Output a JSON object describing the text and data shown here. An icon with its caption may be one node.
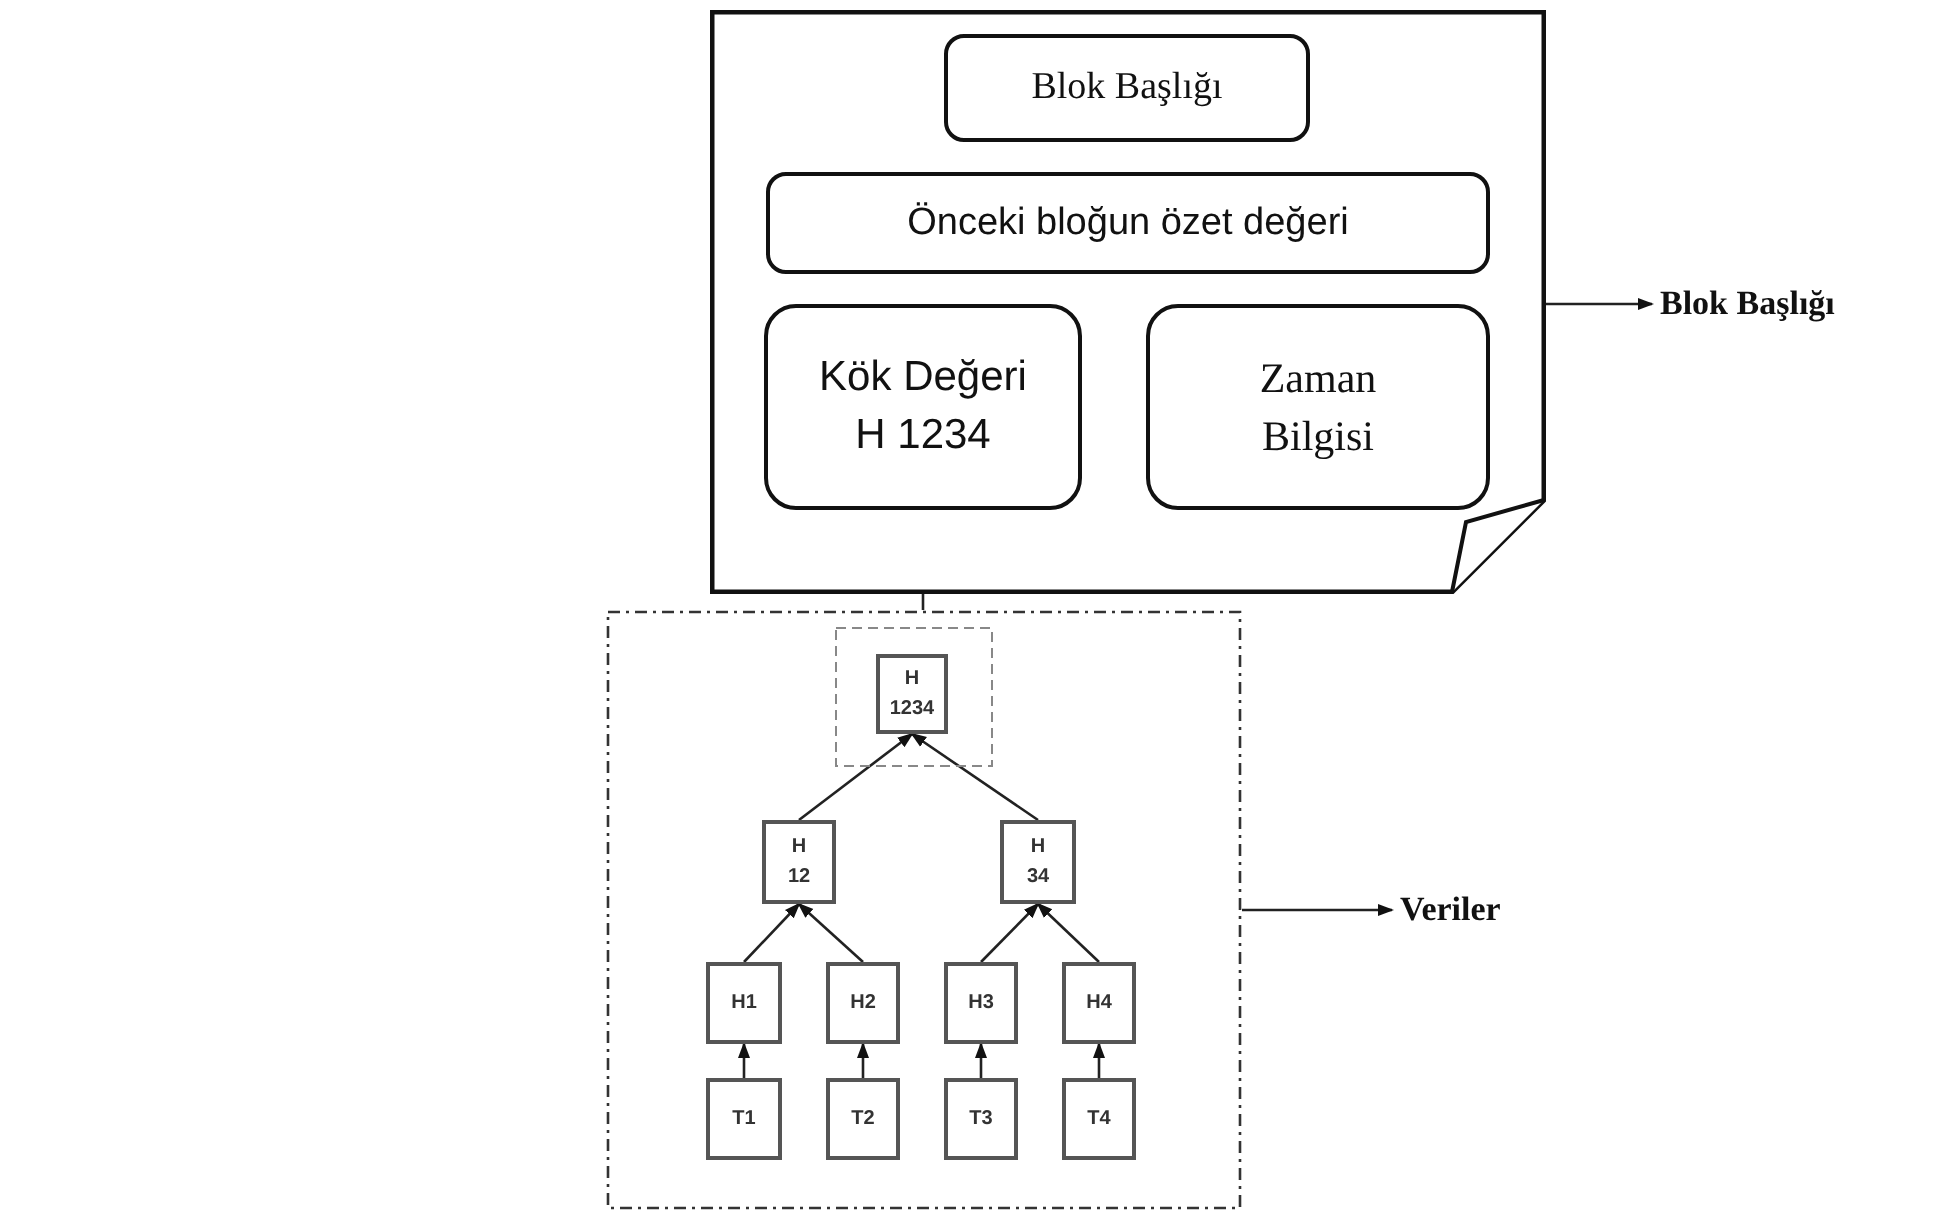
{
  "diagram": {
    "nodes": [
      {
        "text": [],
        "shape": "box"
      },
      {
        "text": [
          "Blok Başlığı"
        ],
        "in": 0
      },
      {
        "text": [
          "Önceki bloğun özet değeri"
        ],
        "in": 0
      },
      {
        "text": [
          "Kök Değeri H 1234"
        ],
        "in": 0
      },
      {
        "text": [
          "Zaman Bilgisi"
        ],
        "in": 0
      },
      {
        "text": [
          "Blok Başlığı"
        ]
      },
      {
        "text": [],
        "shape": "box"
      },
      {
        "text": [],
        "shape": "box",
        "in": 6
      },
      {
        "text": [
          "H 1234"
        ],
        "in": 7
      },
      {
        "text": [
          "H 12"
        ],
        "in": 6
      },
      {
        "text": [
          "H 34"
        ],
        "in": 6
      },
      {
        "text": [
          "H1"
        ],
        "in": 6
      },
      {
        "text": [
          "H2"
        ],
        "in": 6
      },
      {
        "text": [
          "H3"
        ],
        "in": 6
      },
      {
        "text": [
          "H4"
        ],
        "in": 6
      },
      {
        "text": [
          "T1"
        ],
        "in": 6
      },
      {
        "text": [
          "T2"
        ],
        "in": 6
      },
      {
        "text": [
          "T3"
        ],
        "in": 6
      },
      {
        "text": [
          "T4"
        ],
        "in": 6
      },
      {
        "text": [
          "Veriler"
        ]
      }
    ],
    "edges": [
      {
        "from": 0,
        "to": 5,
        "arrow": "to"
      },
      {
        "from": 6,
        "to": 3,
        "arrow": "to"
      },
      {
        "from": 6,
        "to": 19,
        "arrow": "to"
      },
      {
        "from": 9,
        "to": 8,
        "arrow": "to"
      },
      {
        "from": 10,
        "to": 8,
        "arrow": "to"
      },
      {
        "from": 11,
        "to": 9,
        "arrow": "to"
      },
      {
        "from": 12,
        "to": 9,
        "arrow": "to"
      },
      {
        "from": 13,
        "to": 10,
        "arrow": "to"
      },
      {
        "from": 14,
        "to": 10,
        "arrow": "to"
      },
      {
        "from": 15,
        "to": 11,
        "arrow": "to"
      },
      {
        "from": 16,
        "to": 12,
        "arrow": "to"
      },
      {
        "from": 17,
        "to": 13,
        "arrow": "to"
      },
      {
        "from": 18,
        "to": 14,
        "arrow": "to"
      }
    ]
  }
}
